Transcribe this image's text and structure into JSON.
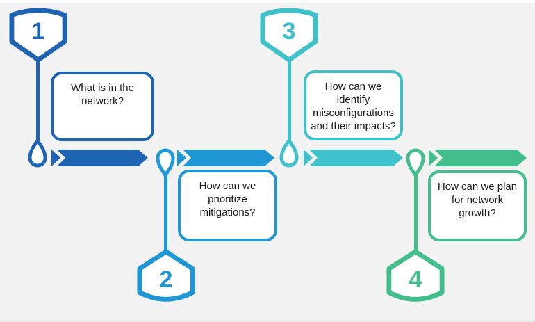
{
  "diagram": {
    "type": "process-timeline",
    "background_color": "#F2F2F3",
    "steps": [
      {
        "number": "1",
        "color": "#1E64B2",
        "question": "What is in the\nnetwork?",
        "badge_position": "above-timeline"
      },
      {
        "number": "2",
        "color": "#1F97D4",
        "question": "How can we\nprioritize\nmitigations?",
        "badge_position": "below-timeline"
      },
      {
        "number": "3",
        "color": "#3EC1C9",
        "question": "How can we\nidentify\nmisconfigurations\nand their impacts?",
        "badge_position": "above-timeline"
      },
      {
        "number": "4",
        "color": "#42BE8D",
        "question": "How can we plan\nfor network\ngrowth?",
        "badge_position": "below-timeline"
      }
    ]
  }
}
